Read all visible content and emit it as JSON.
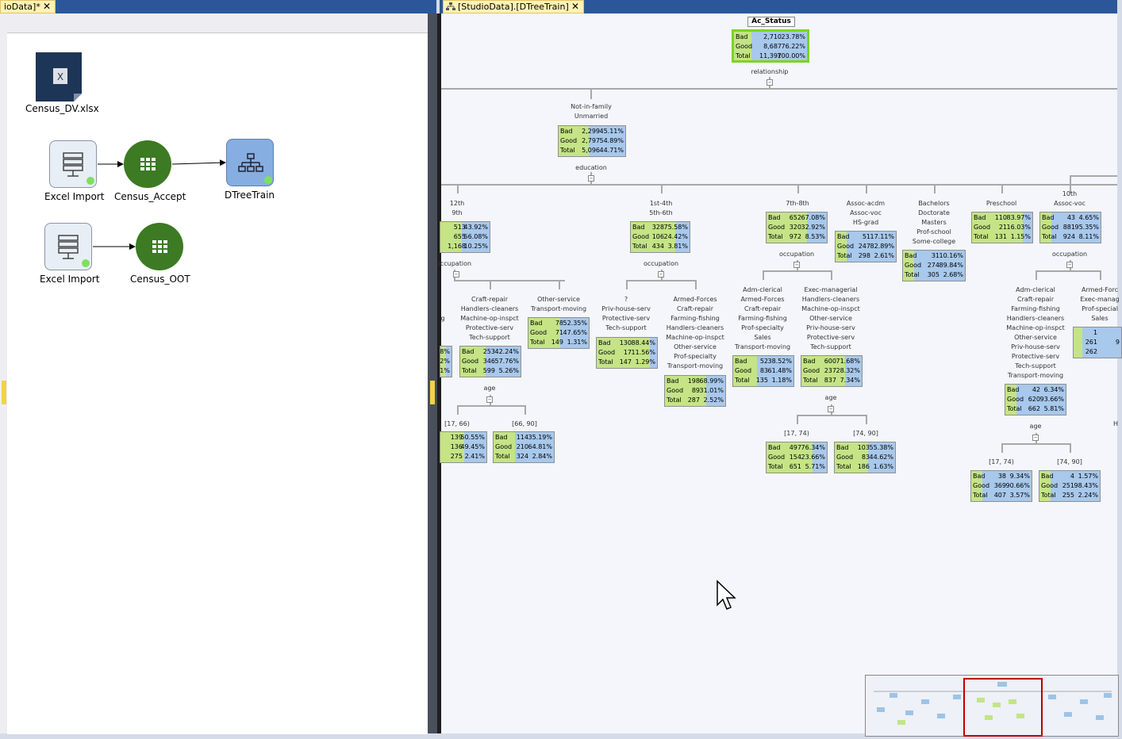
{
  "tabs": {
    "left_title": "ioData]*",
    "right_title": "[StudioData].[DTreeTrain]",
    "close_glyph": "✕"
  },
  "colors": {
    "accent": "#2b579a",
    "good": "#c4e486",
    "bad": "#a8c8ec",
    "node_green": "#3c7a23",
    "selected": "#86aee0"
  },
  "flow": {
    "excel_file": "Census_DV.xlsx",
    "import1": "Excel Import",
    "accept": "Census_Accept",
    "dtree": "DTreeTrain",
    "import2": "Excel Import",
    "oot": "Census_OOT"
  },
  "tree": {
    "root_title": "Ac_Status",
    "labels": {
      "relationship": "relationship",
      "education": "education",
      "occ1": "occupation",
      "occ2": "occupation",
      "occ3": "occupation",
      "occ4": "occupation",
      "age1": "age",
      "age2": "age",
      "age3": "age",
      "nif": "Not-in-family\nUnmarried",
      "e12": "12th\n9th",
      "e1st": "1st-4th\n5th-6th",
      "e7th": "7th-8th",
      "eassoc": "Assoc-acdm\nAssoc-voc\nHS-grad",
      "ebach": "Bachelors\nDoctorate\nMasters\nProf-school\nSome-college",
      "epre": "Preschool",
      "e10": "10th\nAssoc-voc",
      "o_craft": "Craft-repair\nHandlers-cleaners\nMachine-op-inspct\nProtective-serv\nTech-support",
      "o_other": "Other-service\nTransport-moving",
      "o_q": "?\nPriv-house-serv\nProtective-serv\nTech-support",
      "o_armed": "Armed-Forces\nCraft-repair\nFarming-fishing\nHandlers-cleaners\nMachine-op-inspct\nOther-service\nProf-specialty\nTransport-moving",
      "o_adm1": "Adm-clerical\nArmed-Forces\nCraft-repair\nFarming-fishing\nProf-specialty\nSales\nTransport-moving",
      "o_exec1": "Exec-managerial\nHandlers-cleaners\nMachine-op-inspct\nOther-service\nPriv-house-serv\nProtective-serv\nTech-support",
      "o_adm2": "Adm-clerical\nCraft-repair\nFarming-fishing\nHandlers-cleaners\nMachine-op-inspct\nOther-service\nPriv-house-serv\nProtective-serv\nTech-support\nTransport-moving",
      "o_armed2": "Armed-Forc\nExec-manag\nProf-special\nSales",
      "a1766": "[17, 66)",
      "a6690": "[66, 90]",
      "a1774": "[17, 74)",
      "a7490": "[74, 90]",
      "a1774b": "[17, 74)",
      "a7490b": "[74, 90]",
      "g_cut": "g",
      "hcut": "H"
    },
    "nodes": {
      "root": {
        "bad": "2,710",
        "badp": "23.78%",
        "good": "8,687",
        "goodp": "76.22%",
        "total": "11,397",
        "totalp": "100.00%",
        "gf": 0.24
      },
      "n1": {
        "bad": "2,299",
        "badp": "45.11%",
        "good": "2,797",
        "goodp": "54.89%",
        "total": "5,096",
        "totalp": "44.71%",
        "gf": 0.45
      },
      "n12": {
        "bad": "513",
        "badp": "43.92%",
        "good": "655",
        "goodp": "56.08%",
        "total": "1,168",
        "totalp": "10.25%",
        "gf": 0.44
      },
      "n1st": {
        "bad": "328",
        "badp": "75.58%",
        "good": "106",
        "goodp": "24.42%",
        "total": "434",
        "totalp": "3.81%",
        "gf": 0.76
      },
      "n7th": {
        "bad": "652",
        "badp": "67.08%",
        "good": "320",
        "goodp": "32.92%",
        "total": "972",
        "totalp": "8.53%",
        "gf": 0.67
      },
      "nassoc": {
        "bad": "51",
        "badp": "17.11%",
        "good": "247",
        "goodp": "82.89%",
        "total": "298",
        "totalp": "2.61%",
        "gf": 0.17
      },
      "nbach": {
        "bad": "31",
        "badp": "10.16%",
        "good": "274",
        "goodp": "89.84%",
        "total": "305",
        "totalp": "2.68%",
        "gf": 0.1
      },
      "npre": {
        "bad": "110",
        "badp": "83.97%",
        "good": "21",
        "goodp": "16.03%",
        "total": "131",
        "totalp": "1.15%",
        "gf": 0.84
      },
      "n10": {
        "bad": "43",
        "badp": "4.65%",
        "good": "881",
        "goodp": "95.35%",
        "total": "924",
        "totalp": "8.11%",
        "gf": 0.05
      },
      "ncut": {
        "bad": "",
        "badp": "8%",
        "good": "",
        "goodp": "2%",
        "total": "",
        "totalp": "1%",
        "gf": 0.5
      },
      "ncraft": {
        "bad": "253",
        "badp": "42.24%",
        "good": "346",
        "goodp": "57.76%",
        "total": "599",
        "totalp": "5.26%",
        "gf": 0.42
      },
      "nother": {
        "bad": "78",
        "badp": "52.35%",
        "good": "71",
        "goodp": "47.65%",
        "total": "149",
        "totalp": "1.31%",
        "gf": 0.52
      },
      "nq": {
        "bad": "130",
        "badp": "88.44%",
        "good": "17",
        "goodp": "11.56%",
        "total": "147",
        "totalp": "1.29%",
        "gf": 0.88
      },
      "narmed": {
        "bad": "198",
        "badp": "68.99%",
        "good": "89",
        "goodp": "31.01%",
        "total": "287",
        "totalp": "2.52%",
        "gf": 0.69
      },
      "nadm1": {
        "bad": "52",
        "badp": "38.52%",
        "good": "83",
        "goodp": "61.48%",
        "total": "135",
        "totalp": "1.18%",
        "gf": 0.39
      },
      "nexec1": {
        "bad": "600",
        "badp": "71.68%",
        "good": "237",
        "goodp": "28.32%",
        "total": "837",
        "totalp": "7.34%",
        "gf": 0.72
      },
      "nadm2": {
        "bad": "42",
        "badp": "6.34%",
        "good": "620",
        "goodp": "93.66%",
        "total": "662",
        "totalp": "5.81%",
        "gf": 0.06
      },
      "narmed2": {
        "bad": "1",
        "badp": "",
        "good": "261",
        "goodp": "9",
        "total": "262",
        "totalp": "",
        "gf": 0.01
      },
      "na1766": {
        "bad": "139",
        "badp": "50.55%",
        "good": "136",
        "goodp": "49.45%",
        "total": "275",
        "totalp": "2.41%",
        "gf": 0.51
      },
      "na6690": {
        "bad": "114",
        "badp": "35.19%",
        "good": "210",
        "goodp": "64.81%",
        "total": "324",
        "totalp": "2.84%",
        "gf": 0.35
      },
      "na1774": {
        "bad": "497",
        "badp": "76.34%",
        "good": "154",
        "goodp": "23.66%",
        "total": "651",
        "totalp": "5.71%",
        "gf": 0.76
      },
      "na7490": {
        "bad": "103",
        "badp": "55.38%",
        "good": "83",
        "goodp": "44.62%",
        "total": "186",
        "totalp": "1.63%",
        "gf": 0.55
      },
      "na1774b": {
        "bad": "38",
        "badp": "9.34%",
        "good": "369",
        "goodp": "90.66%",
        "total": "407",
        "totalp": "3.57%",
        "gf": 0.09
      },
      "na7490b": {
        "bad": "4",
        "badp": "1.57%",
        "good": "251",
        "goodp": "98.43%",
        "total": "255",
        "totalp": "2.24%",
        "gf": 0.02
      }
    },
    "row_labels": {
      "bad": "Bad",
      "good": "Good",
      "total": "Total"
    }
  }
}
